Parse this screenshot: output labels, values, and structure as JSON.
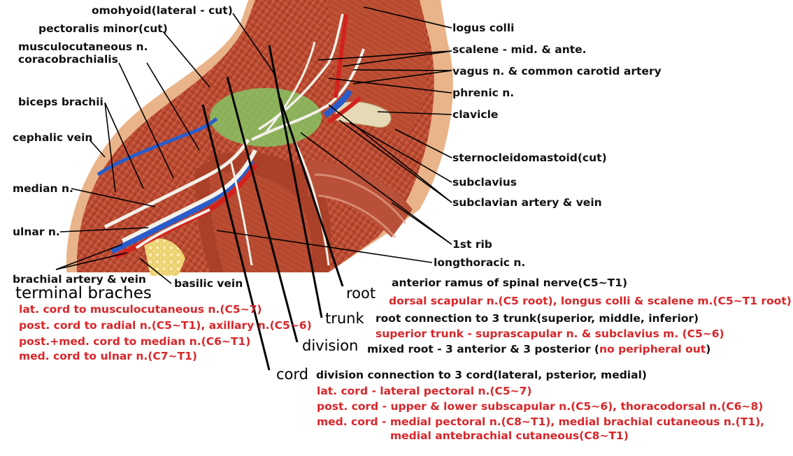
{
  "colors": {
    "muscle": "#c0533a",
    "muscle_dark": "#8f2e1e",
    "skin": "#e9b48a",
    "nerve": "#f3f1ea",
    "plexus_highlight": "#7fd36a",
    "vein": "#2a5cc9",
    "artery": "#d3221e",
    "bone": "#e6d9b5",
    "label_text": "#111111",
    "note_text": "#d8262a"
  },
  "labels": {
    "omohyoid": "omohyoid(lateral - cut)",
    "pectoralis_minor": "pectoralis minor(cut)",
    "musculocutaneous": "musculocutaneous n.",
    "coracobrachialis": "coracobrachialis",
    "biceps": "biceps brachii",
    "cephalic_vein": "cephalic vein",
    "median_n": "median n.",
    "ulnar_n": "ulnar n.",
    "brachial_artery_vein": "brachial artery & vein",
    "basilic_vein": "basilic vein",
    "logus_colli": "logus colli",
    "scalene": "scalene - mid. & ante.",
    "vagus": "vagus n. & common carotid artery",
    "phrenic": "phrenic n.",
    "clavicle": "clavicle",
    "sternocleidomastoid": "sternocleidomastoid(cut)",
    "subclavius": "subclavius",
    "subclavian": "subclavian artery & vein",
    "first_rib": "1st rib",
    "longthoracic": "longthoracic n."
  },
  "terminal": {
    "heading": "terminal braches",
    "items": [
      "lat. cord to musculocutaneous n.(C5~7)",
      "post. cord to radial n.(C5~T1), axillary n.(C5~6)",
      "post.+med. cord to median n.(C6~T1)",
      "med. cord to ulnar n.(C7~T1)"
    ]
  },
  "root": {
    "heading": "root",
    "desc": "anterior ramus of spinal nerve(C5~T1)",
    "note": "dorsal scapular n.(C5 root), longus colli & scalene m.(C5~T1 root)"
  },
  "trunk": {
    "heading": "trunk",
    "desc": "root connection to 3 trunk(superior, middle, inferior)",
    "note": "superior trunk - suprascapular n. & subclavius m. (C5~6)"
  },
  "division": {
    "heading": "division",
    "desc": "mixed root - 3 anterior & 3 posterior (",
    "note_inline": "no peripheral out",
    "desc_end": ")"
  },
  "cord": {
    "heading": "cord",
    "desc": "division connection to 3 cord(lateral, psterior, medial)",
    "notes": [
      "lat. cord - lateral pectoral n.(C5~7)",
      "post. cord - upper & lower subscapular n.(C5~6), thoracodorsal n.(C6~8)",
      "med. cord - medial pectoral n.(C8~T1), medial brachial cutaneous n.(T1),",
      "medial antebrachial cutaneous(C8~T1)"
    ]
  }
}
